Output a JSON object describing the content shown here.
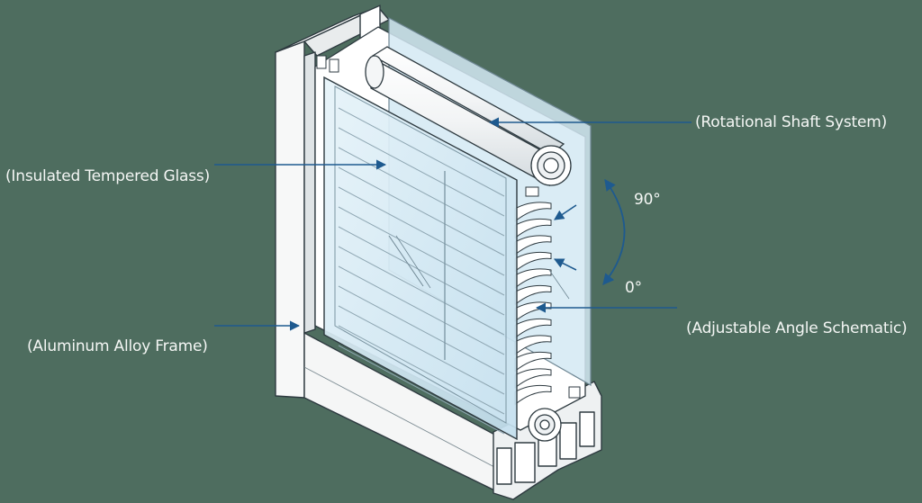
{
  "labels": {
    "rotational_shaft": "(Rotational Shaft System)",
    "insulated_glass": "(Insulated Tempered Glass)",
    "aluminum_frame": "(Aluminum Alloy Frame)",
    "adjustable_angle": "(Adjustable Angle Schematic)",
    "angle_max": "90°",
    "angle_min": "0°"
  },
  "colors": {
    "background": "#4e6d5f",
    "frame": "#ffffff",
    "glass": "#cfe6f1",
    "arrow": "#1e5a8f",
    "text": "#f4f6f4"
  }
}
